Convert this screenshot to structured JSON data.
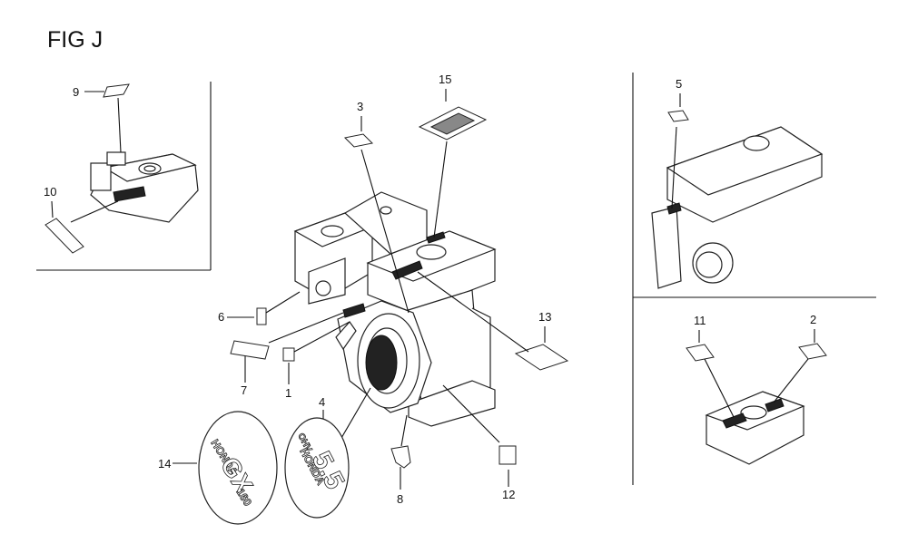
{
  "figure": {
    "title": "FIG J"
  },
  "callouts": {
    "c1": "1",
    "c2": "2",
    "c3": "3",
    "c4": "4",
    "c5": "5",
    "c6": "6",
    "c7": "7",
    "c8": "8",
    "c9": "9",
    "c10": "10",
    "c11": "11",
    "c12": "12",
    "c13": "13",
    "c14": "14",
    "c15": "15"
  },
  "emblems": {
    "left": {
      "line1": "HONDA",
      "line2": "GX",
      "line3": "160"
    },
    "right": {
      "line1": "OHV",
      "line2": "HONDA",
      "line3": "5.5"
    }
  }
}
